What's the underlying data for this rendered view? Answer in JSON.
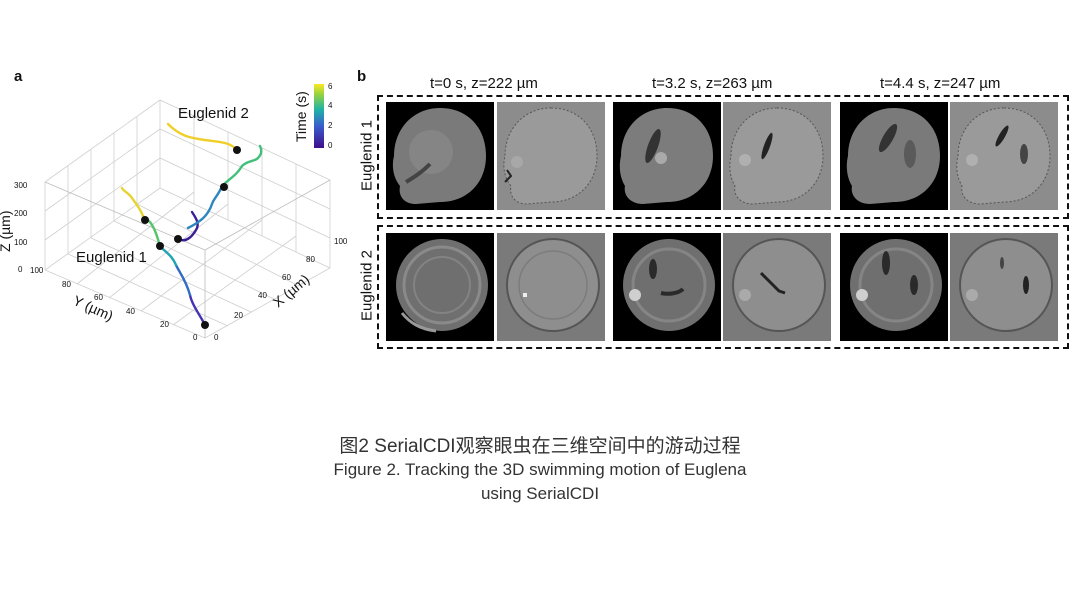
{
  "panel_a": {
    "letter": "a",
    "labels": {
      "euglenid1": "Euglenid 1",
      "euglenid2": "Euglenid 2"
    },
    "axes": {
      "z": {
        "label": "Z (µm)",
        "ticks": [
          "0",
          "100",
          "200",
          "300"
        ]
      },
      "y": {
        "label": "Y (µm)",
        "ticks": [
          "100",
          "80",
          "60",
          "40",
          "20",
          "0"
        ]
      },
      "x": {
        "label": "X (µm)",
        "ticks": [
          "0",
          "20",
          "40",
          "60",
          "80",
          "100"
        ]
      }
    },
    "colorbar": {
      "label": "Time (s)",
      "ticks": [
        "6",
        "4",
        "2",
        "0"
      ]
    }
  },
  "panel_b": {
    "letter": "b",
    "frames": [
      "t=0 s, z=222 µm",
      "t=3.2 s, z=263 µm",
      "t=4.4 s, z=247 µm"
    ],
    "rows": [
      "Euglenid 1",
      "Euglenid 2"
    ]
  },
  "caption": {
    "cn": "图2 SerialCDI观察眼虫在三维空间中的游动过程",
    "en_line1": "Figure 2. Tracking the 3D swimming motion of Euglena",
    "en_line2": "using SerialCDI"
  },
  "colors": {
    "viridis_start": "#3b0f70",
    "viridis_mid": "#21918c",
    "viridis_end": "#fde725"
  }
}
